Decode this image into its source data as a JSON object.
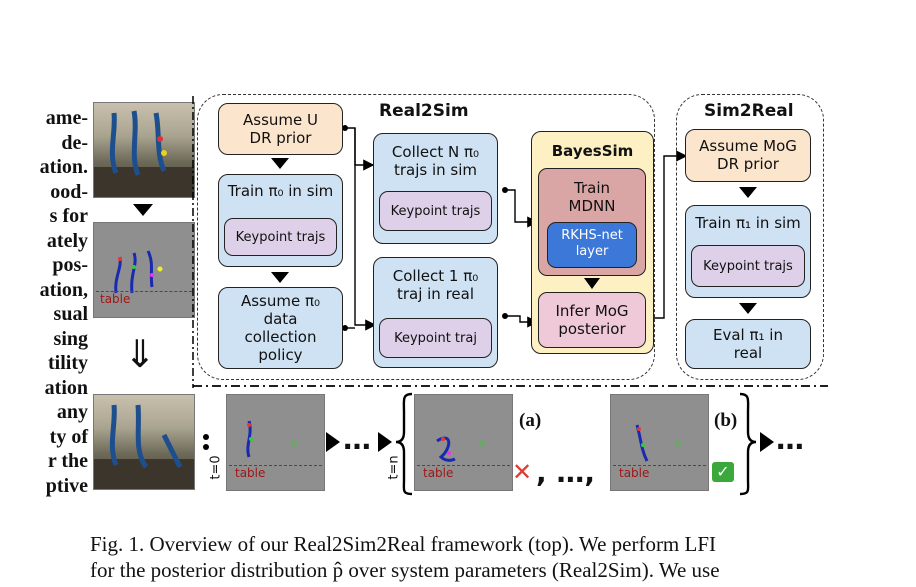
{
  "left_text_lines": [
    "ame-",
    "de-",
    "ation.",
    "ood-",
    "s for",
    "ately",
    "pos-",
    "ation,",
    "sual",
    "sing",
    "tility",
    "ation",
    "any",
    "ty of",
    "r the",
    "ptive"
  ],
  "table_label": "table",
  "real2sim": {
    "title": "Real2Sim",
    "assume_u": "Assume U\nDR prior",
    "train_pi0": "Train π₀ in sim",
    "keypoint_trajs": "Keypoint trajs",
    "assume_pi0": "Assume π₀\ndata\ncollection\npolicy",
    "collect_n": "Collect N π₀\ntrajs in sim",
    "collect_1": "Collect 1 π₀\ntraj in real",
    "keypoint_traj": "Keypoint traj"
  },
  "bayessim": {
    "title": "BayesSim",
    "train_mdnn": "Train\nMDNN",
    "rkhs": "RKHS-net\nlayer",
    "infer_mog": "Infer MoG\nposterior"
  },
  "sim2real": {
    "title": "Sim2Real",
    "assume_mog": "Assume MoG\nDR prior",
    "train_pi1": "Train π₁ in sim",
    "keypoint_trajs": "Keypoint trajs",
    "eval_pi1": "Eval π₁ in\nreal"
  },
  "bottom": {
    "t0": "t=0",
    "tn": "t=n",
    "label_a": "(a)",
    "label_b": "(b)",
    "ellipsis": "…",
    "comma_ellipsis": ", …,",
    "cross": "✕",
    "check": "✓"
  },
  "caption": {
    "line1": "Fig. 1.   Overview of our Real2Sim2Real framework (top). We perform LFI",
    "line2": "for the posterior distribution p̂ over system parameters (Real2Sim). We use"
  },
  "colors": {
    "blue_box": "#cfe2f3",
    "peach_box": "#fce5cd",
    "lavender_box": "#ddd0e8",
    "bayessim_bg": "#fdf0c2",
    "mdnn_bg": "#d9a5a5",
    "rkhs_bg": "#3c78d8",
    "cross": "#e03c31",
    "check": "#3ba83b"
  }
}
